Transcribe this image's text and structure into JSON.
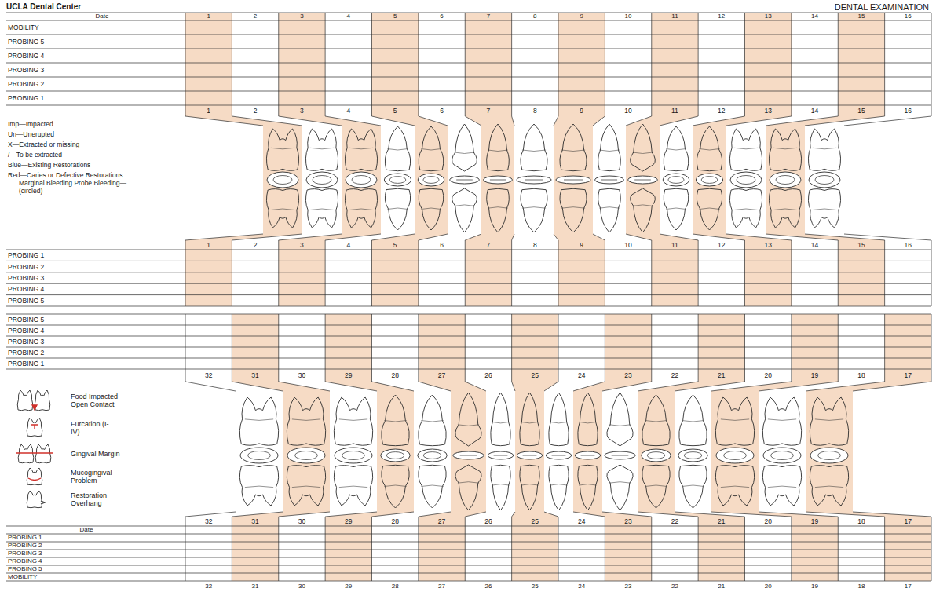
{
  "diagram": {
    "title": "DENTAL EXAMINATION",
    "labels": [
      "UCLA Dental Center",
      "Date",
      "1",
      "2",
      "3",
      "4",
      "5",
      "6",
      "7",
      "8",
      "9",
      "10",
      "11",
      "12",
      "13",
      "14",
      "15",
      "16",
      "MOBILITY",
      "PROBING 5",
      "PROBING 4",
      "PROBING 3",
      "PROBING 2",
      "PROBING 1",
      "1",
      "2",
      "3",
      "4",
      "5",
      "6",
      "7",
      "8",
      "9",
      "10",
      "11",
      "12",
      "13",
      "14",
      "15",
      "16",
      "Imp—Impacted",
      "Un—Unerupted",
      "X—Extracted or missing",
      "/—To be extracted",
      "Blue—Existing Restorations",
      "Red—Caries or Defective Restorations Marginal Bleeding Probe Bleeding—(circled)",
      "1",
      "2",
      "3",
      "4",
      "5",
      "6",
      "7",
      "8",
      "9",
      "10",
      "11",
      "12",
      "13",
      "14",
      "15",
      "16",
      "PROBING 1",
      "PROBING 2",
      "PROBING 3",
      "PROBING 4",
      "PROBING 5",
      "PROBING 5",
      "PROBING 4",
      "PROBING 3",
      "PROBING 2",
      "PROBING 1",
      "32",
      "31",
      "30",
      "29",
      "28",
      "27",
      "26",
      "25",
      "24",
      "23",
      "22",
      "21",
      "20",
      "19",
      "18",
      "17",
      "32",
      "31",
      "30",
      "29",
      "28",
      "27",
      "26",
      "25",
      "24",
      "23",
      "22",
      "21",
      "20",
      "19",
      "18",
      "17",
      "Date",
      "PROBING 1",
      "PROBING 2",
      "PROBING 3",
      "PROBING 4",
      "PROBING 5",
      "MOBILITY",
      "32",
      "31",
      "30",
      "29",
      "28",
      "27",
      "26",
      "25",
      "24",
      "23",
      "22",
      "21",
      "20",
      "19",
      "18",
      "17"
    ],
    "legend": [
      {
        "text": "Food Impacted Open Contact"
      },
      {
        "text": "Furcation (I-IV)"
      },
      {
        "text": "Gingival Margin"
      },
      {
        "text": "Mucogingival Problem"
      },
      {
        "text": "Restoration Overhang"
      }
    ]
  }
}
